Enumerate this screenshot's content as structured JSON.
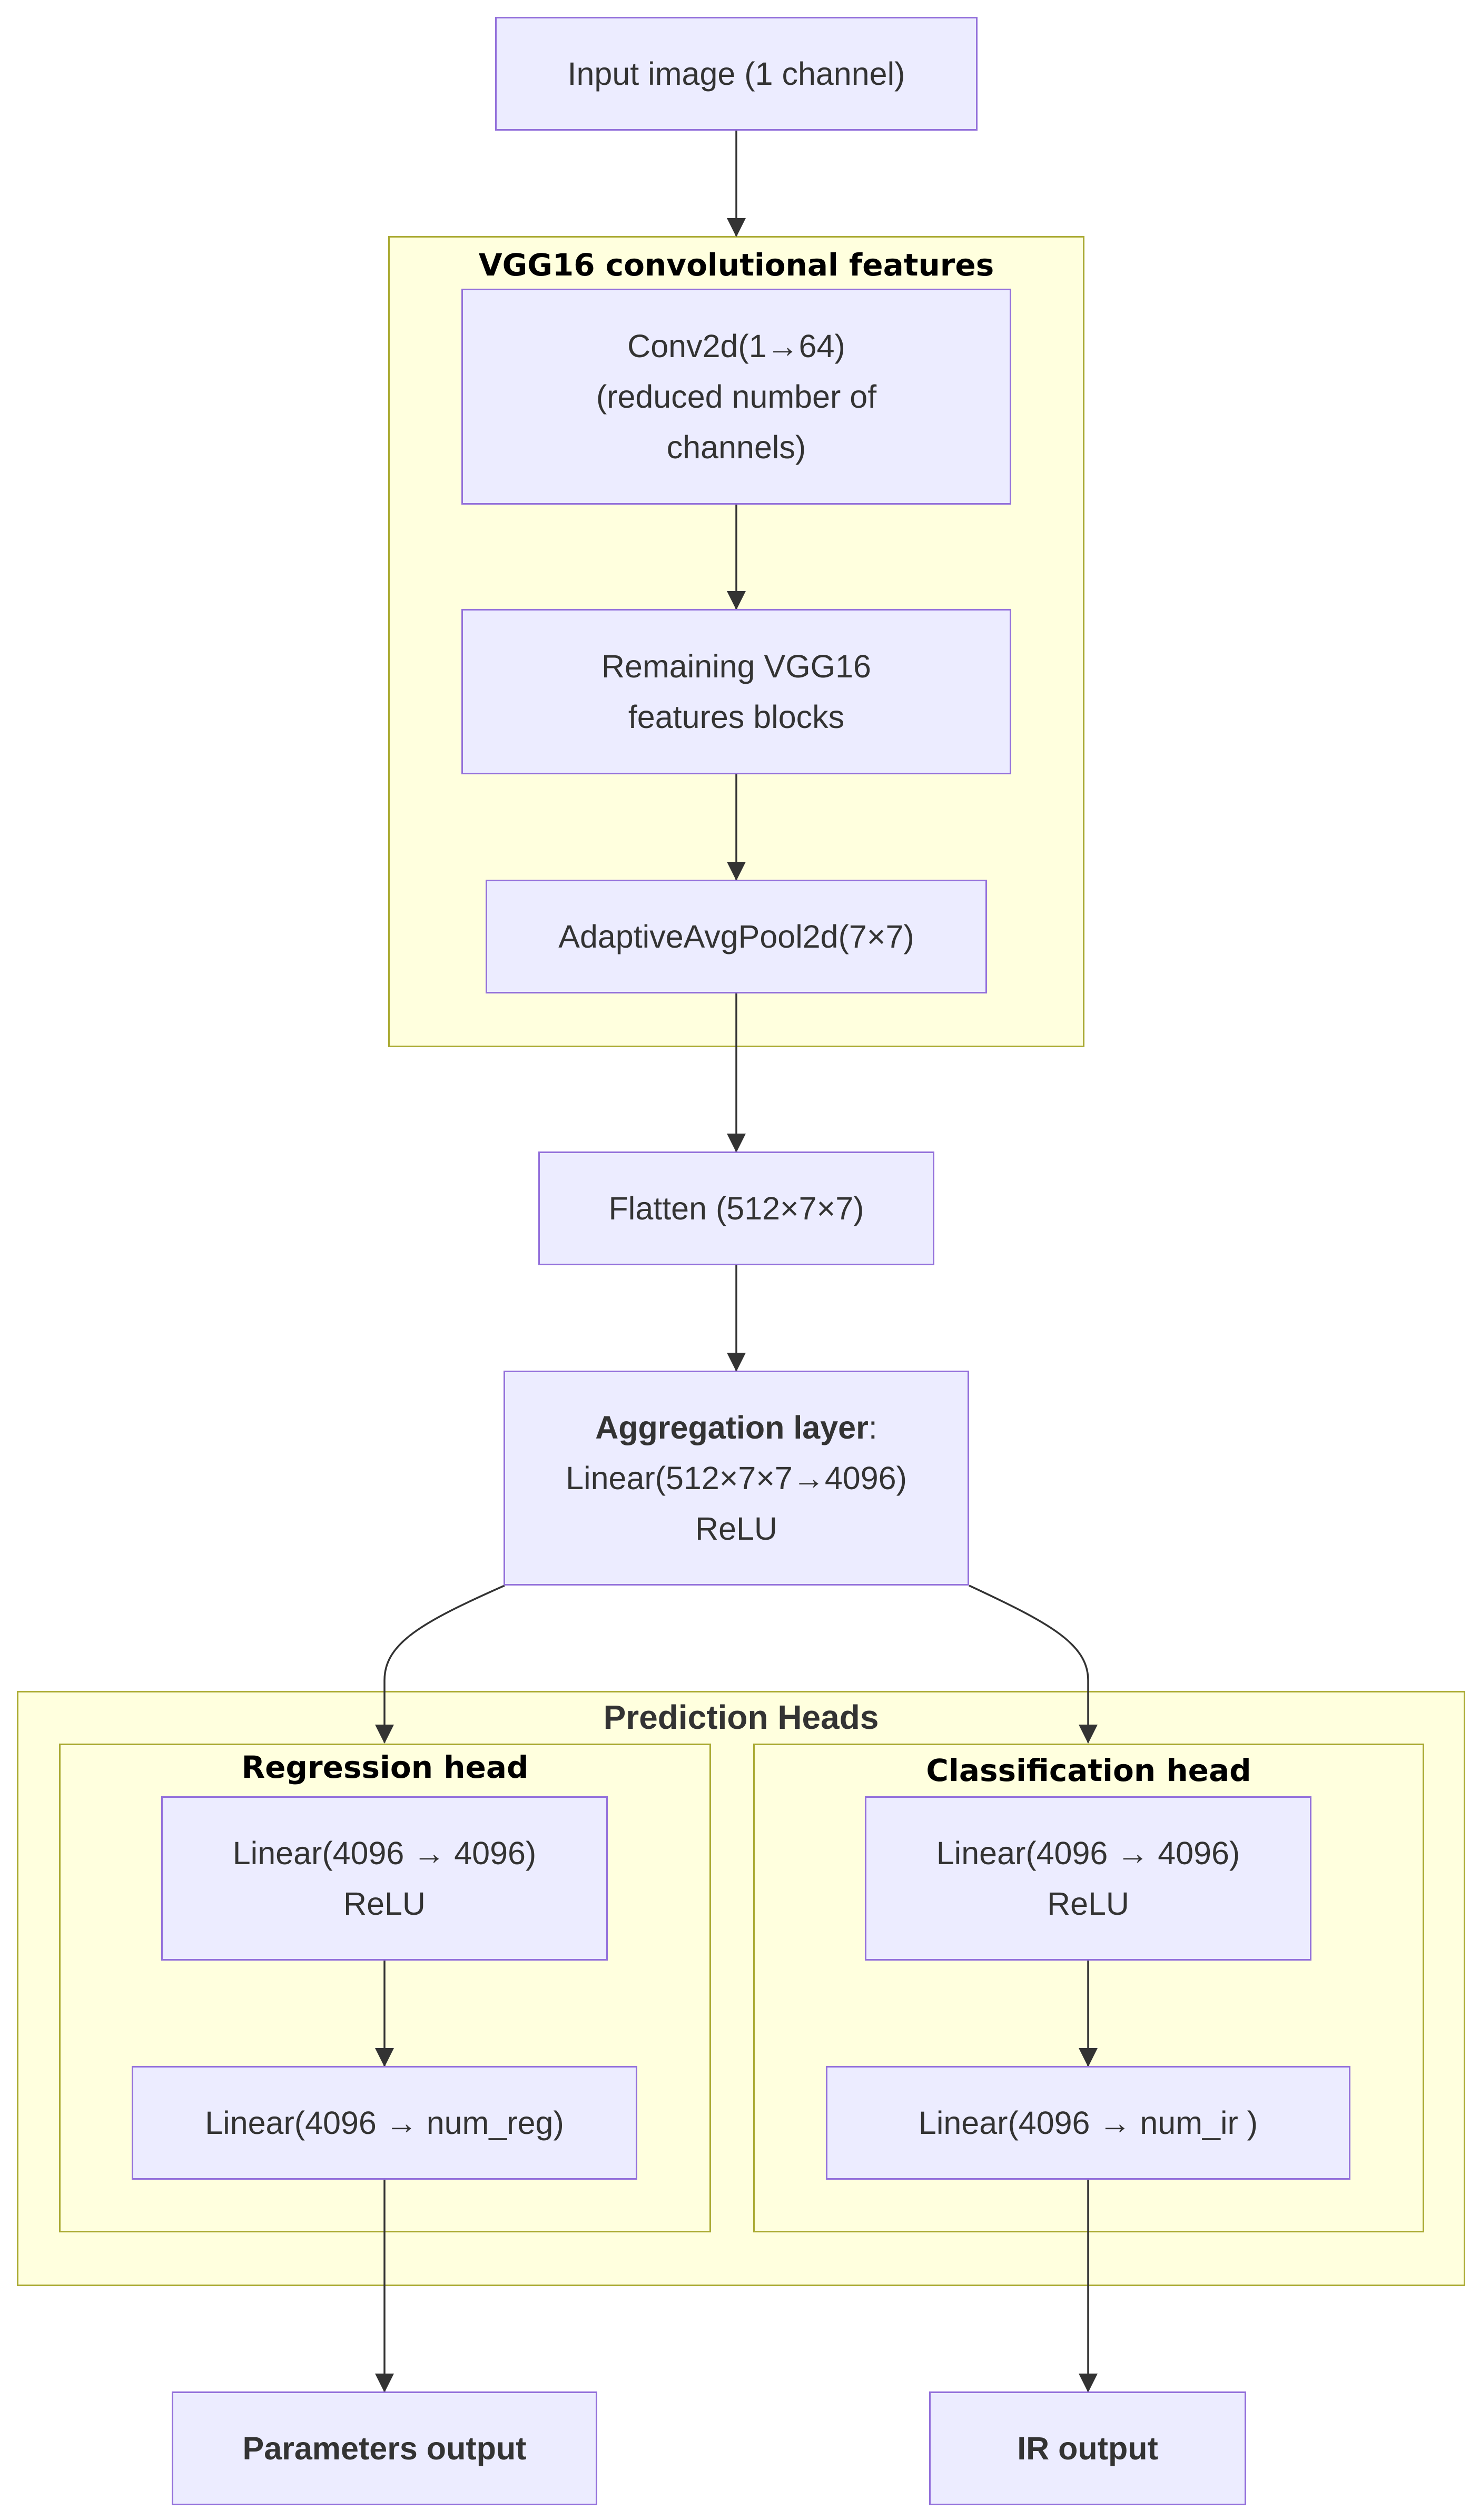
{
  "clusters": {
    "vgg": "VGG16 convolutional features",
    "heads": "Prediction Heads",
    "regression": "Regression head",
    "classification": "Classification head"
  },
  "nodes": {
    "input": "Input image (1 channel)",
    "conv_1": "Conv2d(1→64)",
    "conv_2": "(reduced number of",
    "conv_3": "channels)",
    "remaining_1": "Remaining VGG16",
    "remaining_2": "features blocks",
    "pool": "AdaptiveAvgPool2d(7×7)",
    "flatten": "Flatten (512×7×7)",
    "agg_bold": "Aggregation layer",
    "agg_colon": ":",
    "agg_2": "Linear(512×7×7→4096)",
    "agg_3": "ReLU",
    "reg1_1": "Linear(4096 → 4096)",
    "reg1_2": "ReLU",
    "reg2": "Linear(4096 → num_reg)",
    "cls1_1": "Linear(4096 → 4096)",
    "cls1_2": "ReLU",
    "cls2": "Linear(4096 → num_ir )",
    "params_out": "Parameters output",
    "ir_out": "IR output"
  },
  "colors": {
    "node_fill": "#ececff",
    "node_border": "#9370db",
    "cluster_fill": "#ffffde",
    "cluster_border": "#aaaa33",
    "edge": "#333333"
  }
}
